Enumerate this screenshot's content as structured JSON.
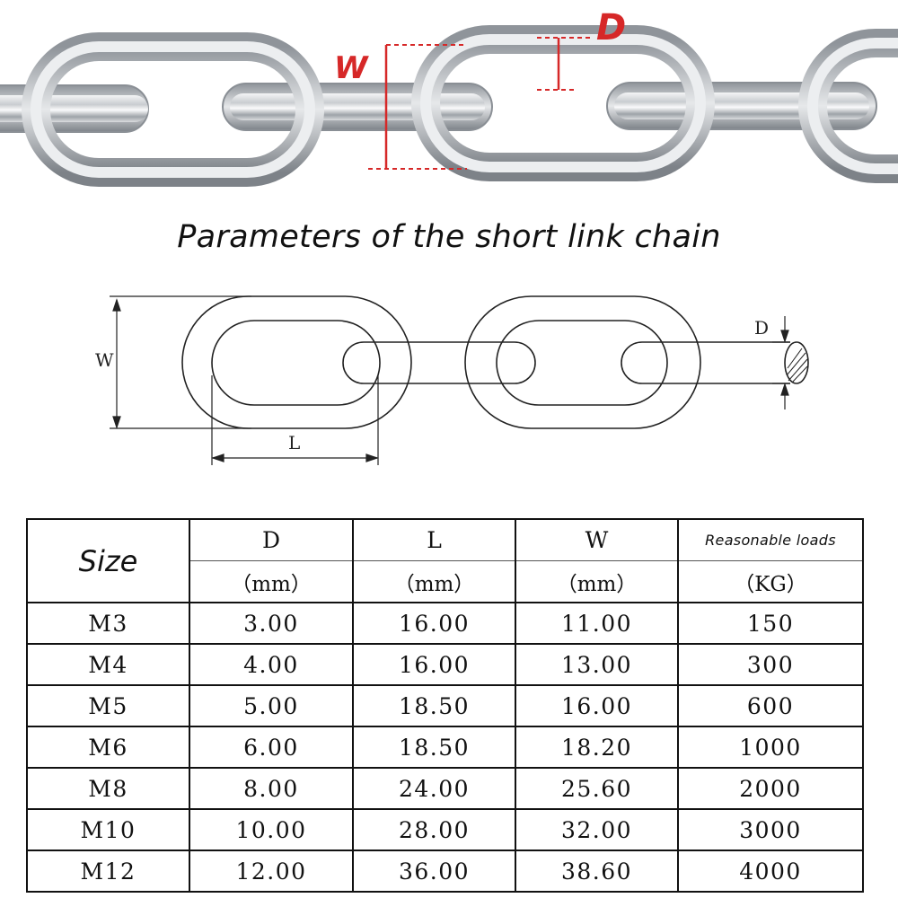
{
  "photo": {
    "labels": {
      "w": "W",
      "d": "D"
    },
    "label_color": "#d62828"
  },
  "title": "Parameters of the short link chain",
  "diagram": {
    "labels": {
      "w": "W",
      "l": "L",
      "d": "D"
    }
  },
  "table": {
    "size_header": "Size",
    "columns": [
      {
        "name": "D",
        "unit": "（mm）"
      },
      {
        "name": "L",
        "unit": "（mm）"
      },
      {
        "name": "W",
        "unit": "（mm）"
      },
      {
        "name": "Reasonable loads",
        "unit": "（KG）"
      }
    ],
    "rows": [
      {
        "size": "M3",
        "d": "3.00",
        "l": "16.00",
        "w": "11.00",
        "load": "150"
      },
      {
        "size": "M4",
        "d": "4.00",
        "l": "16.00",
        "w": "13.00",
        "load": "300"
      },
      {
        "size": "M5",
        "d": "5.00",
        "l": "18.50",
        "w": "16.00",
        "load": "600"
      },
      {
        "size": "M6",
        "d": "6.00",
        "l": "18.50",
        "w": "18.20",
        "load": "1000"
      },
      {
        "size": "M8",
        "d": "8.00",
        "l": "24.00",
        "w": "25.60",
        "load": "2000"
      },
      {
        "size": "M10",
        "d": "10.00",
        "l": "28.00",
        "w": "32.00",
        "load": "3000"
      },
      {
        "size": "M12",
        "d": "12.00",
        "l": "36.00",
        "w": "38.60",
        "load": "4000"
      }
    ]
  }
}
